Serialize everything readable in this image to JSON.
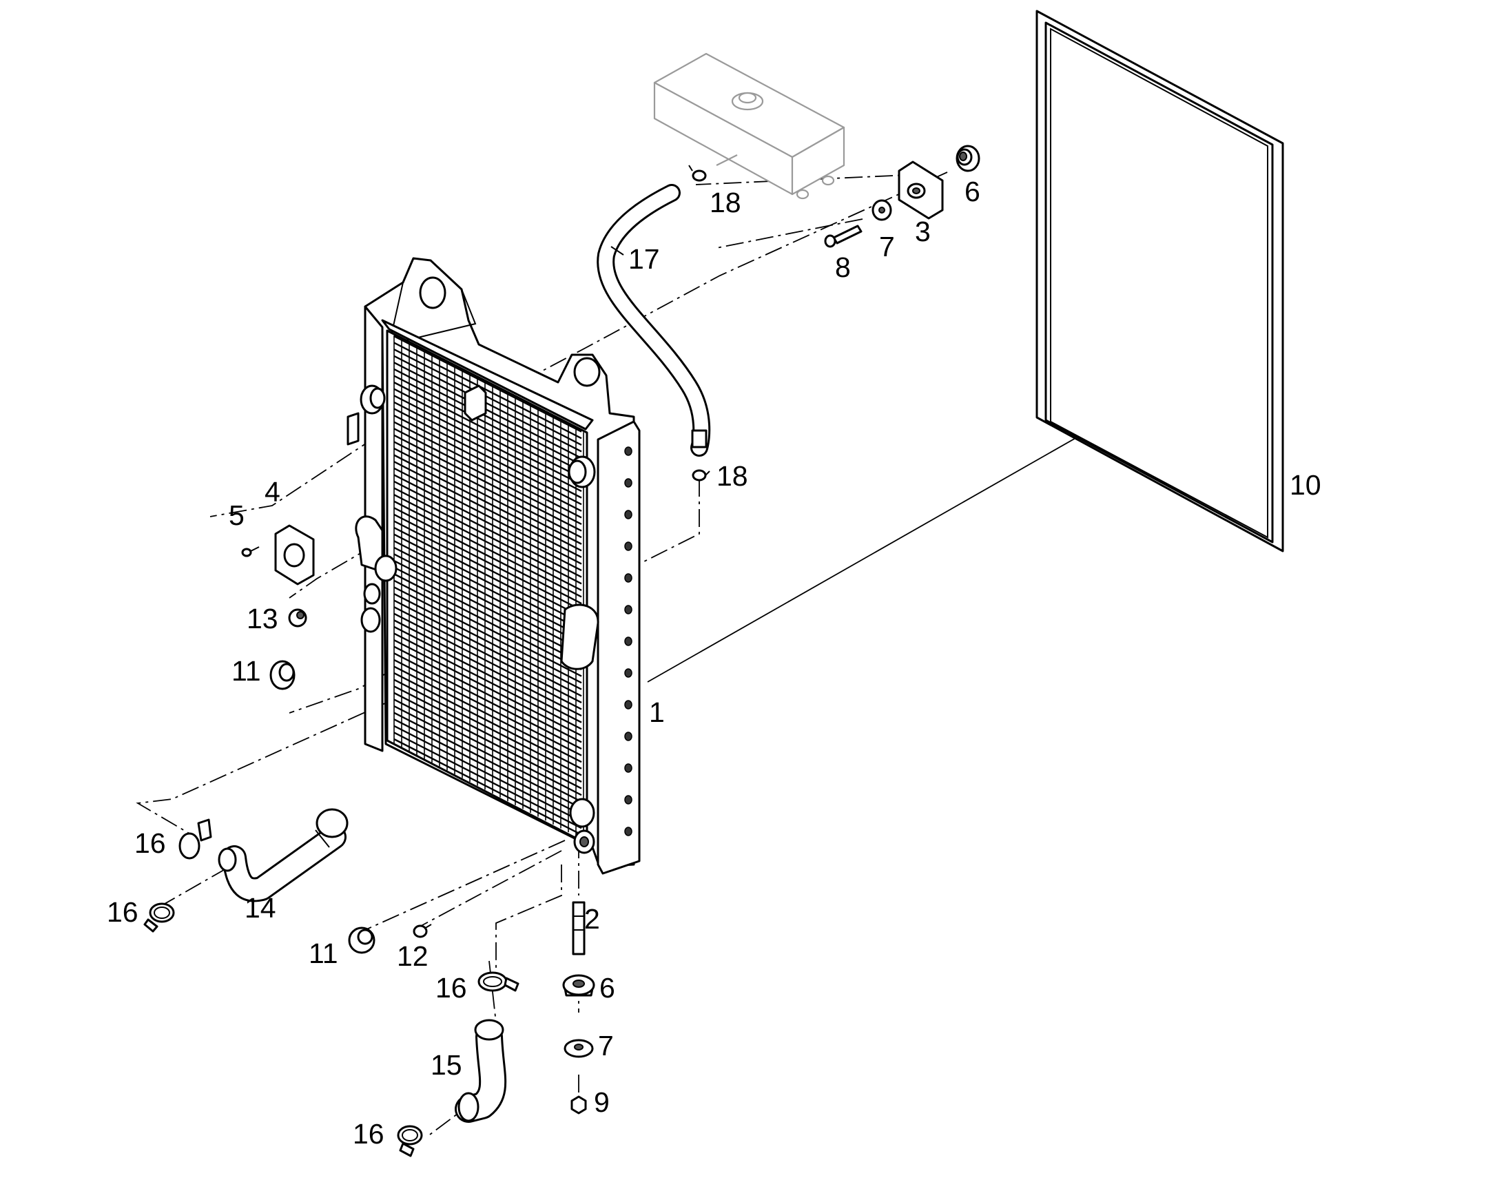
{
  "callouts": [
    {
      "id": "1",
      "label": "1"
    },
    {
      "id": "2",
      "label": "2"
    },
    {
      "id": "3",
      "label": "3"
    },
    {
      "id": "4",
      "label": "4"
    },
    {
      "id": "5",
      "label": "5"
    },
    {
      "id": "6a",
      "label": "6"
    },
    {
      "id": "6b",
      "label": "6"
    },
    {
      "id": "7a",
      "label": "7"
    },
    {
      "id": "7b",
      "label": "7"
    },
    {
      "id": "8",
      "label": "8"
    },
    {
      "id": "9",
      "label": "9"
    },
    {
      "id": "10",
      "label": "10"
    },
    {
      "id": "11a",
      "label": "11"
    },
    {
      "id": "11b",
      "label": "11"
    },
    {
      "id": "12",
      "label": "12"
    },
    {
      "id": "13",
      "label": "13"
    },
    {
      "id": "14",
      "label": "14"
    },
    {
      "id": "15",
      "label": "15"
    },
    {
      "id": "16a",
      "label": "16"
    },
    {
      "id": "16b",
      "label": "16"
    },
    {
      "id": "16c",
      "label": "16"
    },
    {
      "id": "16d",
      "label": "16"
    },
    {
      "id": "17",
      "label": "17"
    },
    {
      "id": "18a",
      "label": "18"
    },
    {
      "id": "18b",
      "label": "18"
    }
  ]
}
